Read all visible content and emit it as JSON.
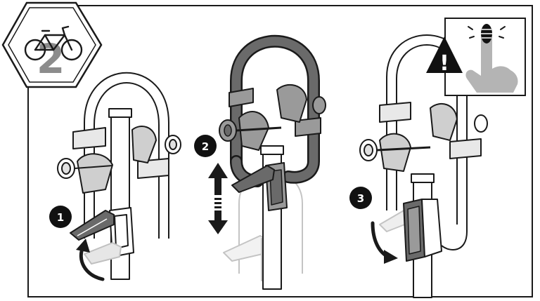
{
  "badge": {
    "number": "2",
    "icon": "bicycle-icon"
  },
  "steps": [
    {
      "number": "1",
      "action": "lift-lever"
    },
    {
      "number": "2",
      "action": "adjust-height"
    },
    {
      "number": "3",
      "action": "lock-lever"
    }
  ],
  "warning": {
    "icon": "warning-triangle-icon",
    "symbol": "!",
    "hand_icon": "finger-press-icon"
  },
  "colors": {
    "outline": "#1a1a1a",
    "dark_part": "#6a6a6a",
    "mid_part": "#9a9a9a",
    "light_part": "#cfcfcf",
    "badge_gray": "#8c8c8c"
  }
}
